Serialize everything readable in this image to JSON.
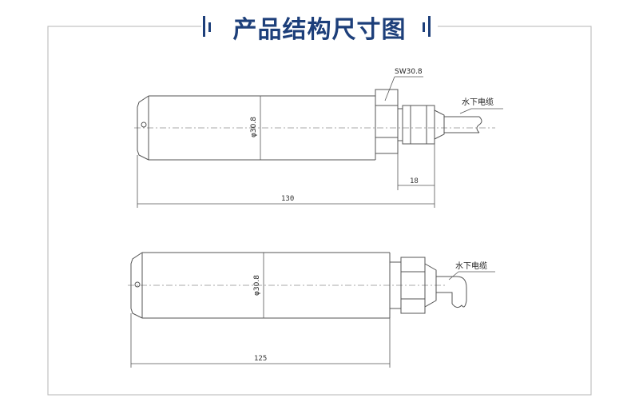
{
  "header": {
    "title": "产品结构尺寸图"
  },
  "drawing_top": {
    "wrench_label": "SW30.8",
    "diameter_label": "φ30.8",
    "cable_label": "水下电缆",
    "fitting_dim": "18",
    "length_dim": "130"
  },
  "drawing_bottom": {
    "diameter_label": "φ30.8",
    "cable_label": "水下电缆",
    "length_dim": "125"
  },
  "colors": {
    "title": "#1d3f7a",
    "line": "#555555",
    "frame": "#b5b5b5"
  }
}
